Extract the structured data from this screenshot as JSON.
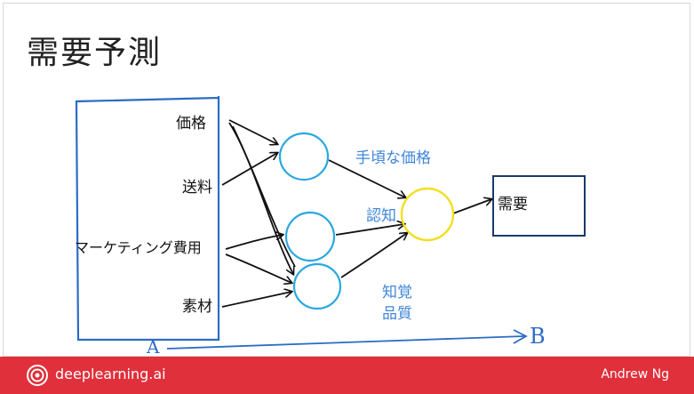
{
  "slide": {
    "title": "需要予測"
  },
  "inputs": {
    "price": "価格",
    "shipping": "送料",
    "marketing": "マーケティング費用",
    "material": "素材"
  },
  "hidden": {
    "affordability": "手頃な価格",
    "awareness": "認知",
    "perceived_quality_line1": "知覚",
    "perceived_quality_line2": "品質"
  },
  "output": {
    "demand": "需要"
  },
  "axis_marks": {
    "input_label": "A",
    "output_label": "B"
  },
  "colors": {
    "hidden_node": "#29a8e0",
    "output_node": "#f2df1f",
    "annotation": "#3f86d9",
    "footer": "#e0303b"
  },
  "footer": {
    "brand": "deeplearning.ai",
    "author": "Andrew Ng"
  }
}
